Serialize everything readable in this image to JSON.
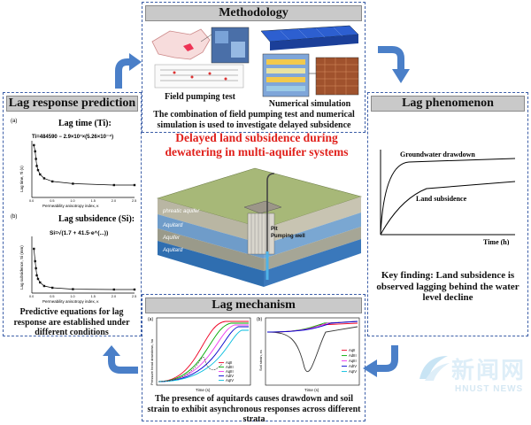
{
  "methodology": {
    "title": "Methodology",
    "field_label": "Field pumping test",
    "numerical_label": "Numerical simulation",
    "caption": "The combination of field pumping test and numerical simulation is used to investigate delayed subsidence"
  },
  "lag_response": {
    "title": "Lag response prediction",
    "chart_a_tag": "(a)",
    "chart_a_heading": "Lag time (Ti):",
    "chart_a_equation": "Ti=484590 − 2.9×10⁷×(5.26×10⁻⁴)",
    "chart_a_xlabel": "Permeability anisotropy index, κ",
    "chart_a_ylabel": "Lag time, Ti (s)",
    "chart_b_tag": "(b)",
    "chart_b_heading": "Lag subsidence (Si):",
    "chart_b_equation": "Si=√(1.7 + 41.5·e^(...))",
    "chart_b_xlabel": "Permeability anisotropy index, κ",
    "chart_b_ylabel": "Lag subsidence, Si (mm)",
    "caption": "Predictive equations for lag response are established under different conditions"
  },
  "center": {
    "title": "Delayed land subsidence during dewatering in multi-aquifer systems",
    "layers": [
      "phreatic aquifer",
      "Aquitard",
      "Aquifer",
      "Aquitard"
    ],
    "pit_label": "Pit",
    "well_label": "Pumping well"
  },
  "lag_phenomenon": {
    "title": "Lag phenomenon",
    "curve1": "Groundwater drawdown",
    "curve2": "Land subsidence",
    "xaxis": "Time (h)",
    "finding": "Key finding: Land subsidence is observed lagging behind the water level decline"
  },
  "lag_mechanism": {
    "title": "Lag mechanism",
    "chart_a_tag": "(a)",
    "chart_b_tag": "(b)",
    "chart_a_ylabel": "Pressure head drawdown, ha",
    "chart_b_ylabel": "Soil strain, εs",
    "xlabel": "Time (s)",
    "legend": [
      "AqII",
      "AdIII",
      "AqIII",
      "AdIV",
      "AqIV"
    ],
    "caption": "The presence of aquitards causes drawdown and soil strain to exhibit asynchronous responses across different strata"
  },
  "watermark": {
    "name": "新闻网",
    "sub": "HNUST NEWS"
  },
  "colors": {
    "border": "#3d5fa8",
    "arrow": "#4a7fc8",
    "title_red": "#e0201b"
  },
  "chart_data": [
    {
      "type": "scatter",
      "title": "Lag time (Ti)",
      "xlabel": "Permeability anisotropy index, κ",
      "ylabel": "Lag time, Ti (s)",
      "x": [
        0.05,
        0.08,
        0.1,
        0.12,
        0.15,
        0.2,
        0.3,
        0.5,
        1.0,
        2.0,
        2.5
      ],
      "y": [
        900,
        400,
        150,
        60,
        35,
        20,
        12,
        8,
        6,
        5,
        5
      ],
      "xlim": [
        0,
        2.5
      ]
    },
    {
      "type": "scatter",
      "title": "Lag subsidence (Si)",
      "xlabel": "Permeability anisotropy index, κ",
      "ylabel": "Lag subsidence, Si (mm)",
      "x": [
        0.05,
        0.08,
        0.1,
        0.12,
        0.15,
        0.2,
        0.3,
        0.5,
        1.0,
        2.0,
        2.5
      ],
      "y": [
        25,
        18,
        14,
        10,
        8,
        6,
        4,
        3,
        2.2,
        2,
        2
      ],
      "xlim": [
        0,
        2.5
      ],
      "ylim": [
        0,
        30
      ]
    }
  ]
}
